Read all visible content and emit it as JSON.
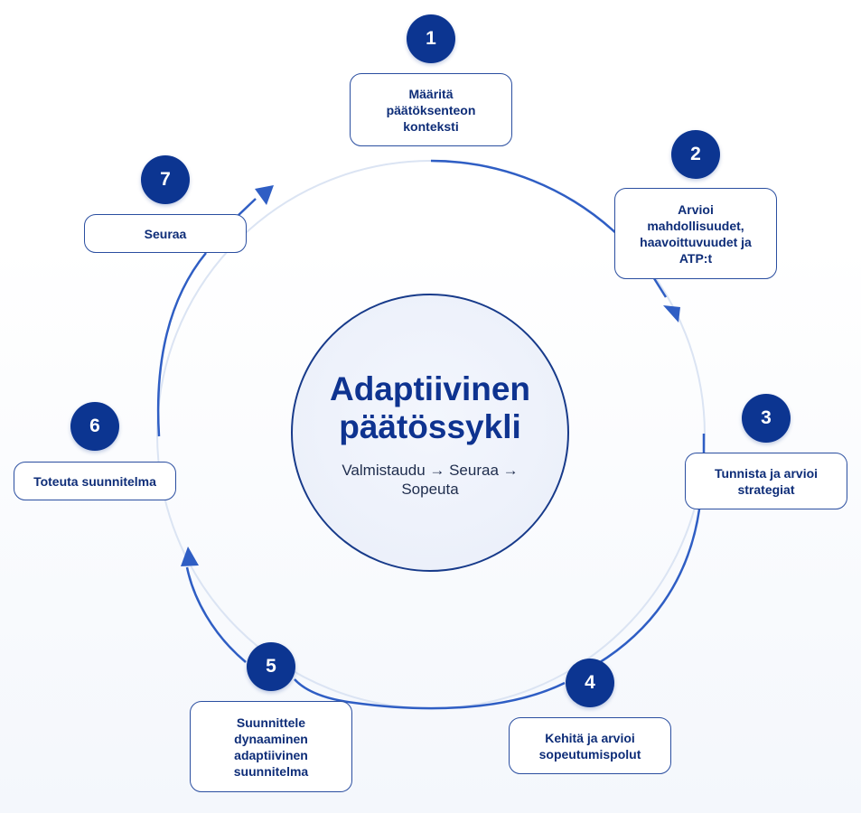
{
  "center": {
    "title": "Adaptiivinen päätössykli",
    "subtitle": "Valmistaudu → Seuraa → Sopeuta"
  },
  "steps": [
    {
      "number": "1",
      "label": "Määritä päätöksenteon konteksti"
    },
    {
      "number": "2",
      "label": "Arvioi mahdollisuudet, haavoittuvuudet ja ATP:t"
    },
    {
      "number": "3",
      "label": "Tunnista ja arvioi strategiat"
    },
    {
      "number": "4",
      "label": "Kehitä ja arvioi sopeutumispolut"
    },
    {
      "number": "5",
      "label": "Suunnittele dynaaminen adaptiivinen suunnitelma"
    },
    {
      "number": "6",
      "label": "Toteuta suunnitelma"
    },
    {
      "number": "7",
      "label": "Seuraa"
    }
  ],
  "colors": {
    "accent": "#0c3591",
    "arc": "#2f5ec4",
    "ring": "#dce5f4"
  }
}
